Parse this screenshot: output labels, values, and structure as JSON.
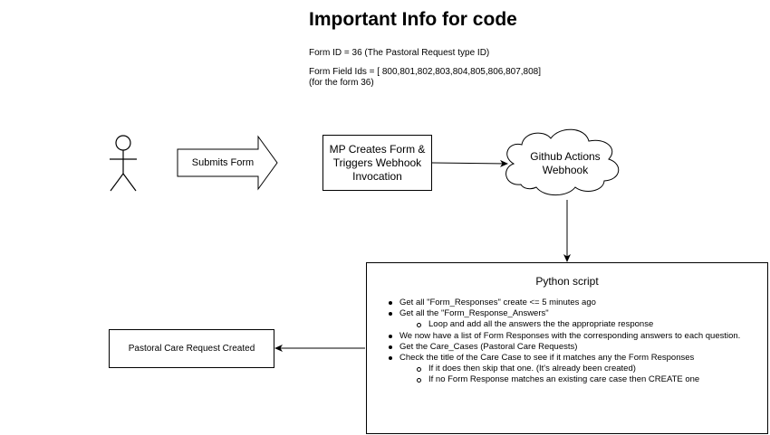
{
  "diagram": {
    "title": "Important Info for code",
    "info": {
      "form_id_line": "Form ID = 36 (The Pastoral Request type ID)",
      "field_ids_line": "Form Field Ids = [ 800,801,802,803,804,805,806,807,808]",
      "field_ids_note": "(for the form 36)"
    },
    "arrow_label": "Submits Form",
    "mp_box": {
      "line1": "MP Creates Form &",
      "line2": "Triggers Webhook",
      "line3": "Invocation"
    },
    "cloud": {
      "line1": "Github Actions",
      "line2": "Webhook"
    },
    "python_script": {
      "title": "Python script",
      "items": [
        {
          "level": 1,
          "text": "Get all \"Form_Responses\" create <= 5 minutes ago"
        },
        {
          "level": 1,
          "text": "Get all the \"Form_Response_Answers\""
        },
        {
          "level": 2,
          "text": "Loop and add all the answers the the appropriate response"
        },
        {
          "level": 1,
          "text": "We now have a list of Form Responses with the corresponding answers to each question."
        },
        {
          "level": 1,
          "text": "Get the Care_Cases (Pastoral Care Requests)"
        },
        {
          "level": 1,
          "text": "Check the title of the Care Case to see if it matches any the Form Responses"
        },
        {
          "level": 2,
          "text": "If it does then skip that one. (It's already been created)"
        },
        {
          "level": 2,
          "text": "If no Form Response matches an existing care case then CREATE one"
        }
      ]
    },
    "result_box": "Pastoral Care Request Created"
  }
}
